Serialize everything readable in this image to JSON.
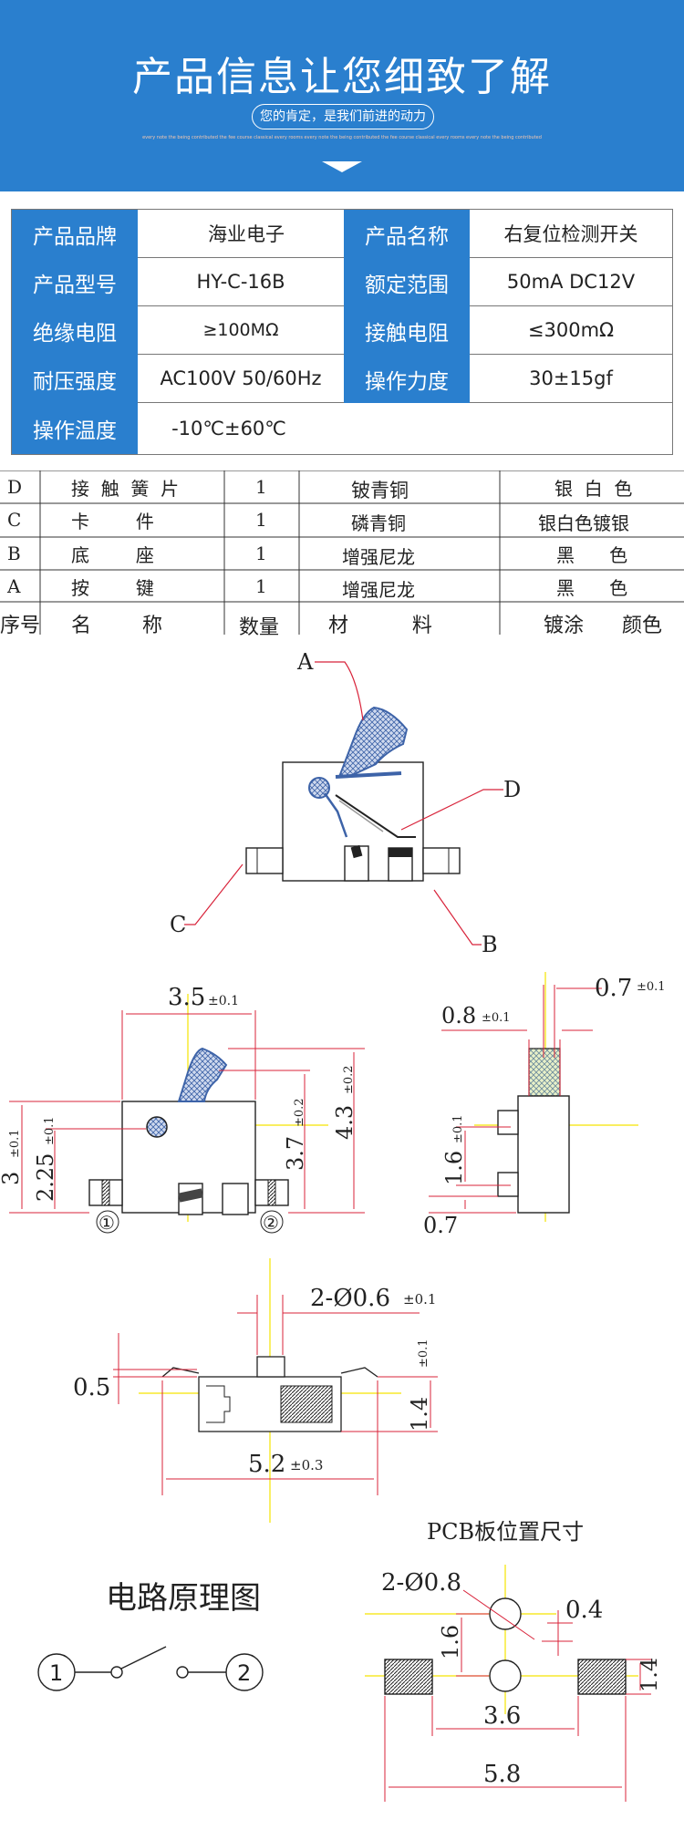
{
  "banner": {
    "title": "产品信息让您细致了解",
    "slogan": "您的肯定，是我们前进的动力",
    "fine_print": "every note the being contributed the fee course classical every rooms every note the being contributed the fee course classical every rooms every note the being contributed"
  },
  "specs": [
    {
      "k1": "产品品牌",
      "v1": "海业电子",
      "k2": "产品名称",
      "v2": "右复位检测开关"
    },
    {
      "k1": "产品型号",
      "v1": "HY-C-16B",
      "k2": "额定范围",
      "v2": "50mA DC12V"
    },
    {
      "k1": "绝缘电阻",
      "v1": "≥100MΩ",
      "k2": "接触电阻",
      "v2": "≤300mΩ"
    },
    {
      "k1": "耐压强度",
      "v1": "AC100V 50/60Hz",
      "k2": "操作力度",
      "v2": "30±15gf"
    },
    {
      "k1": "操作温度",
      "v1": "-10℃±60℃"
    }
  ],
  "materials": {
    "rows": [
      {
        "id": "D",
        "name": "接  触  簧  片",
        "qty": "1",
        "material": "铍青铜",
        "plating": "银  白  色"
      },
      {
        "id": "C",
        "name": "卡        件",
        "qty": "1",
        "material": "磷青铜",
        "plating": "银白色镀银"
      },
      {
        "id": "B",
        "name": "底        座",
        "qty": "1",
        "material": "增强尼龙",
        "plating": "黑      色"
      },
      {
        "id": "A",
        "name": "按        键",
        "qty": "1",
        "material": "增强尼龙",
        "plating": "黑      色"
      }
    ],
    "header": {
      "id": "序号",
      "name": "名        称",
      "qty": "数量",
      "material": "材          料",
      "plating": "镀涂      颜色"
    }
  },
  "assembly": {
    "label_a": "A",
    "label_b": "B",
    "label_c": "C",
    "label_d": "D"
  },
  "front_view": {
    "width": "3.5",
    "width_tol": "±0.1",
    "height_body": "3",
    "height_body_tol": "±0.1",
    "hole_height": "2.25",
    "hole_height_tol": "±0.1",
    "lever_height": "3.7",
    "lever_height_tol": "±0.2",
    "total_height": "4.3",
    "total_height_tol": "±0.2",
    "pin1": "①",
    "pin2": "②"
  },
  "side_view": {
    "d1": "0.8",
    "d1_tol": "±0.1",
    "d2": "0.7",
    "d2_tol": "±0.1",
    "d3": "1.6",
    "d3_tol": "±0.1",
    "d4": "0.7"
  },
  "top_view": {
    "holes": "2-Ø0.6",
    "holes_tol": "±0.1",
    "d1": "0.5",
    "d2": "1.4",
    "d2_tol": "±0.1",
    "width": "5.2",
    "width_tol": "±0.3"
  },
  "pcb": {
    "title": "PCB板位置尺寸",
    "holes": "2-Ø0.8",
    "d1": "0.4",
    "d2": "1.6",
    "d3": "1.4",
    "d4": "3.6",
    "d5": "5.8"
  },
  "circuit": {
    "title": "电路原理图",
    "pin1": "1",
    "pin2": "2"
  },
  "colors": {
    "brand_blue": "#2a7fce",
    "hatch_blue": "#5b7fb8",
    "dim_red": "#d8233a",
    "axis_yellow": "#f5e400"
  }
}
